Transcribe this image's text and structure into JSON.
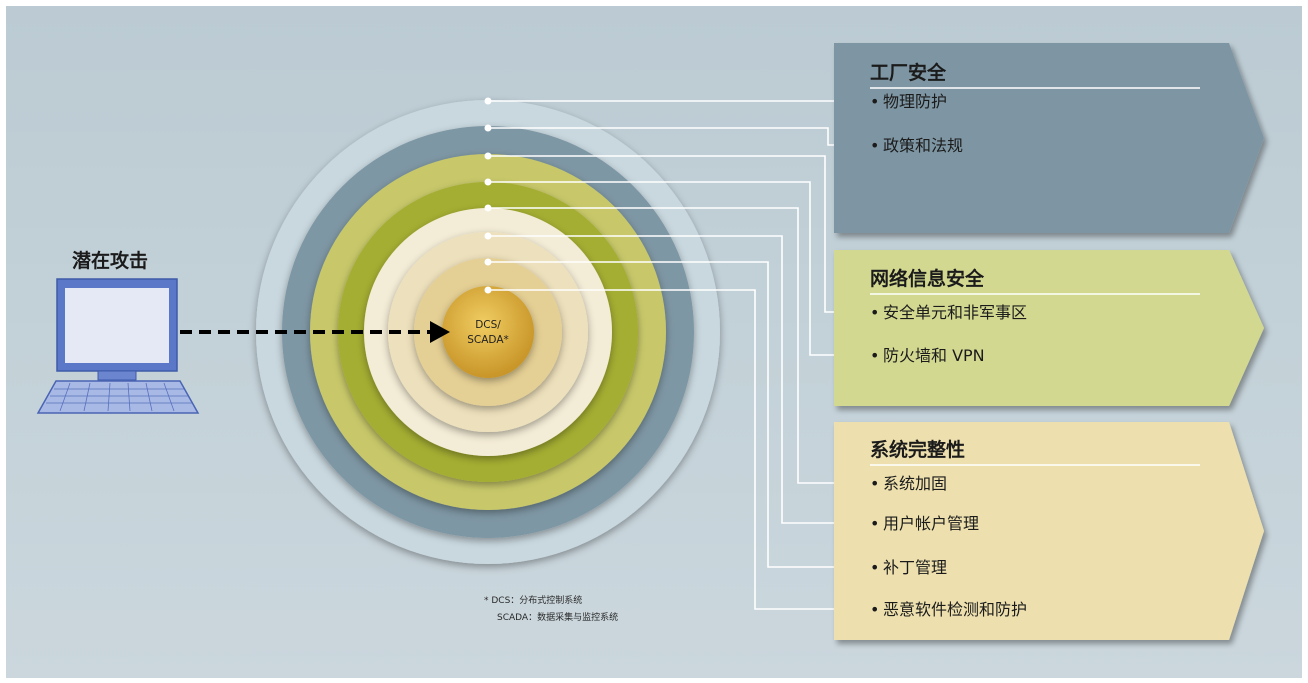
{
  "attack": {
    "label": "潜在攻击"
  },
  "core": {
    "line1": "DCS/",
    "line2": "SCADA*"
  },
  "footnote": {
    "line1": "* DCS：分布式控制系统",
    "line2": "SCADA：数据采集与监控系统"
  },
  "panels": [
    {
      "title": "工厂安全",
      "color": "#7e96a3",
      "items": [
        "物理防护",
        "政策和法规"
      ]
    },
    {
      "title": "网络信息安全",
      "color": "#d3d891",
      "items": [
        "安全单元和非军事区",
        "防火墙和 VPN"
      ]
    },
    {
      "title": "系统完整性",
      "color": "#ede0ae",
      "items": [
        "系统加固",
        "用户帐户管理",
        "补丁管理",
        "恶意软件检测和防护"
      ]
    }
  ],
  "colors": {
    "ring1": "#c9d8df",
    "ring2": "#7e97a4",
    "ring3": "#c8c86a",
    "ring4": "#a4ae32",
    "ring5": "#f3ecd6",
    "ring6": "#ede0bc",
    "ring7": "#e4cf94",
    "core": "#d6ab38",
    "arrow": "#000000"
  },
  "icons": {
    "computer": "computer-icon",
    "arrow": "dashed-arrow-icon"
  }
}
